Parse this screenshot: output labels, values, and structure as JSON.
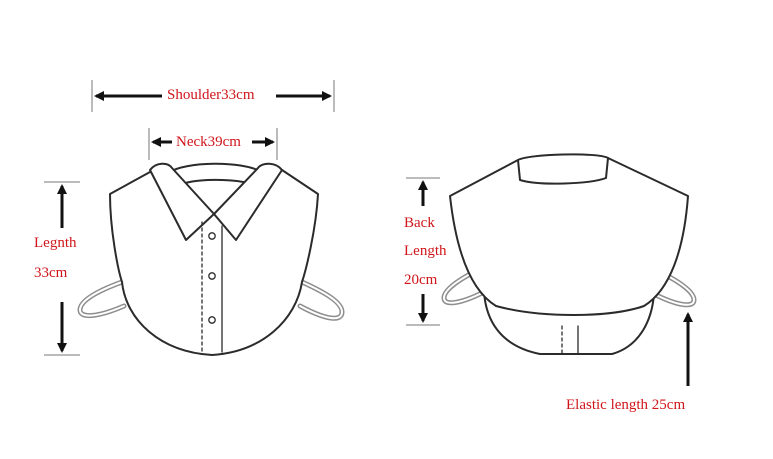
{
  "labels": {
    "shoulder": "Shoulder33cm",
    "neck": "Neck39cm",
    "length_line1": "Legnth",
    "length_line2": "33cm",
    "back_line1": "Back",
    "back_line2": "Length",
    "back_line3": "20cm",
    "elastic": "Elastic length 25cm"
  },
  "colors": {
    "label_text": "#d0161b",
    "outline": "#2b2b2b",
    "arrow": "#111111",
    "strap": "#9a9a9a"
  }
}
